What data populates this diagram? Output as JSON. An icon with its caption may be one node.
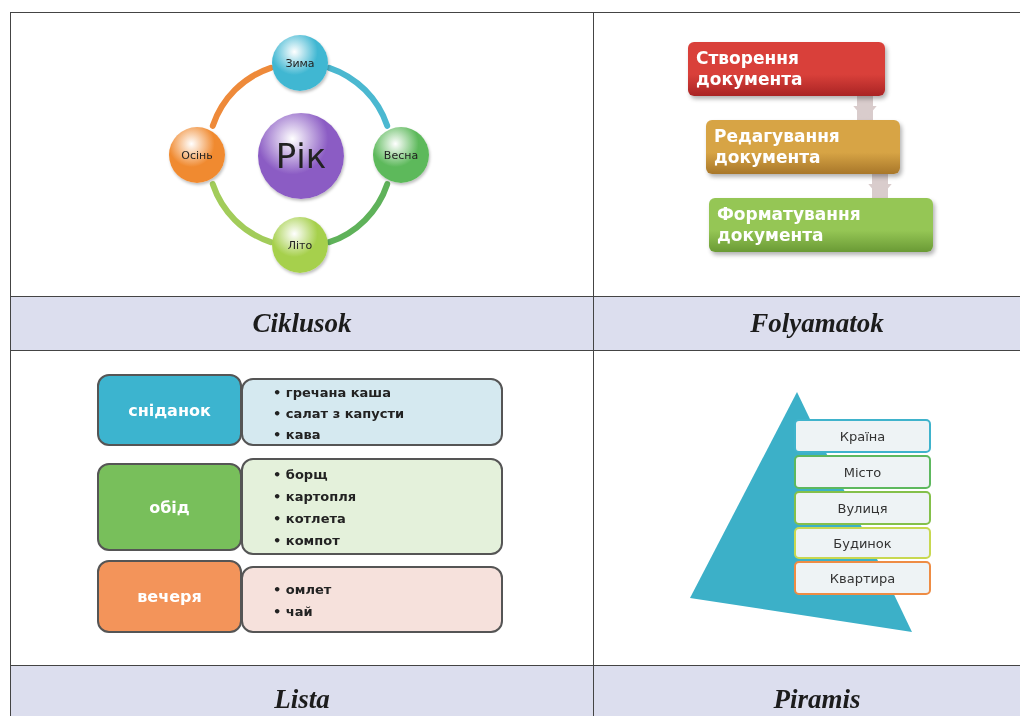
{
  "diagram": {
    "nodes": [
      {
        "text": [
          "Рік"
        ]
      },
      {
        "text": [
          "Зима"
        ]
      },
      {
        "text": [
          "Весна"
        ]
      },
      {
        "text": [
          "Літо"
        ]
      },
      {
        "text": [
          "Осінь"
        ]
      },
      {
        "text": [
          "Створення документа"
        ]
      },
      {
        "text": [
          "Редагування документа"
        ]
      },
      {
        "text": [
          "Форматування документа"
        ]
      },
      {
        "text": [
          "сніданок"
        ]
      },
      {
        "text": [
          "• гречана каша",
          "• салат з капусти",
          "• кава"
        ]
      },
      {
        "text": [
          "обід"
        ]
      },
      {
        "text": [
          "• борщ",
          "• картопля",
          "• котлета",
          "• компот"
        ]
      },
      {
        "text": [
          "вечеря"
        ]
      },
      {
        "text": [
          "• омлет",
          "• чай"
        ]
      },
      {
        "text": [
          "Країна"
        ]
      },
      {
        "text": [
          "Місто"
        ]
      },
      {
        "text": [
          "Вулиця"
        ]
      },
      {
        "text": [
          "Будинок"
        ]
      },
      {
        "text": [
          "Квартира"
        ]
      }
    ],
    "edges": [
      {
        "from": 1,
        "to": 2,
        "arrow": "none",
        "color": "#4bb8d0"
      },
      {
        "from": 2,
        "to": 3,
        "arrow": "none",
        "color": "#5fb25a"
      },
      {
        "from": 3,
        "to": 4,
        "arrow": "none",
        "color": "#a2cc5a"
      },
      {
        "from": 4,
        "to": 1,
        "arrow": "none",
        "color": "#ee8a3a"
      },
      {
        "from": 5,
        "to": 6,
        "arrow": "to",
        "style": "thick"
      },
      {
        "from": 6,
        "to": 7,
        "arrow": "to",
        "style": "thick"
      }
    ],
    "labels": [
      "Ciklusok",
      "Folyamatok",
      "Lista",
      "Piramis"
    ]
  }
}
